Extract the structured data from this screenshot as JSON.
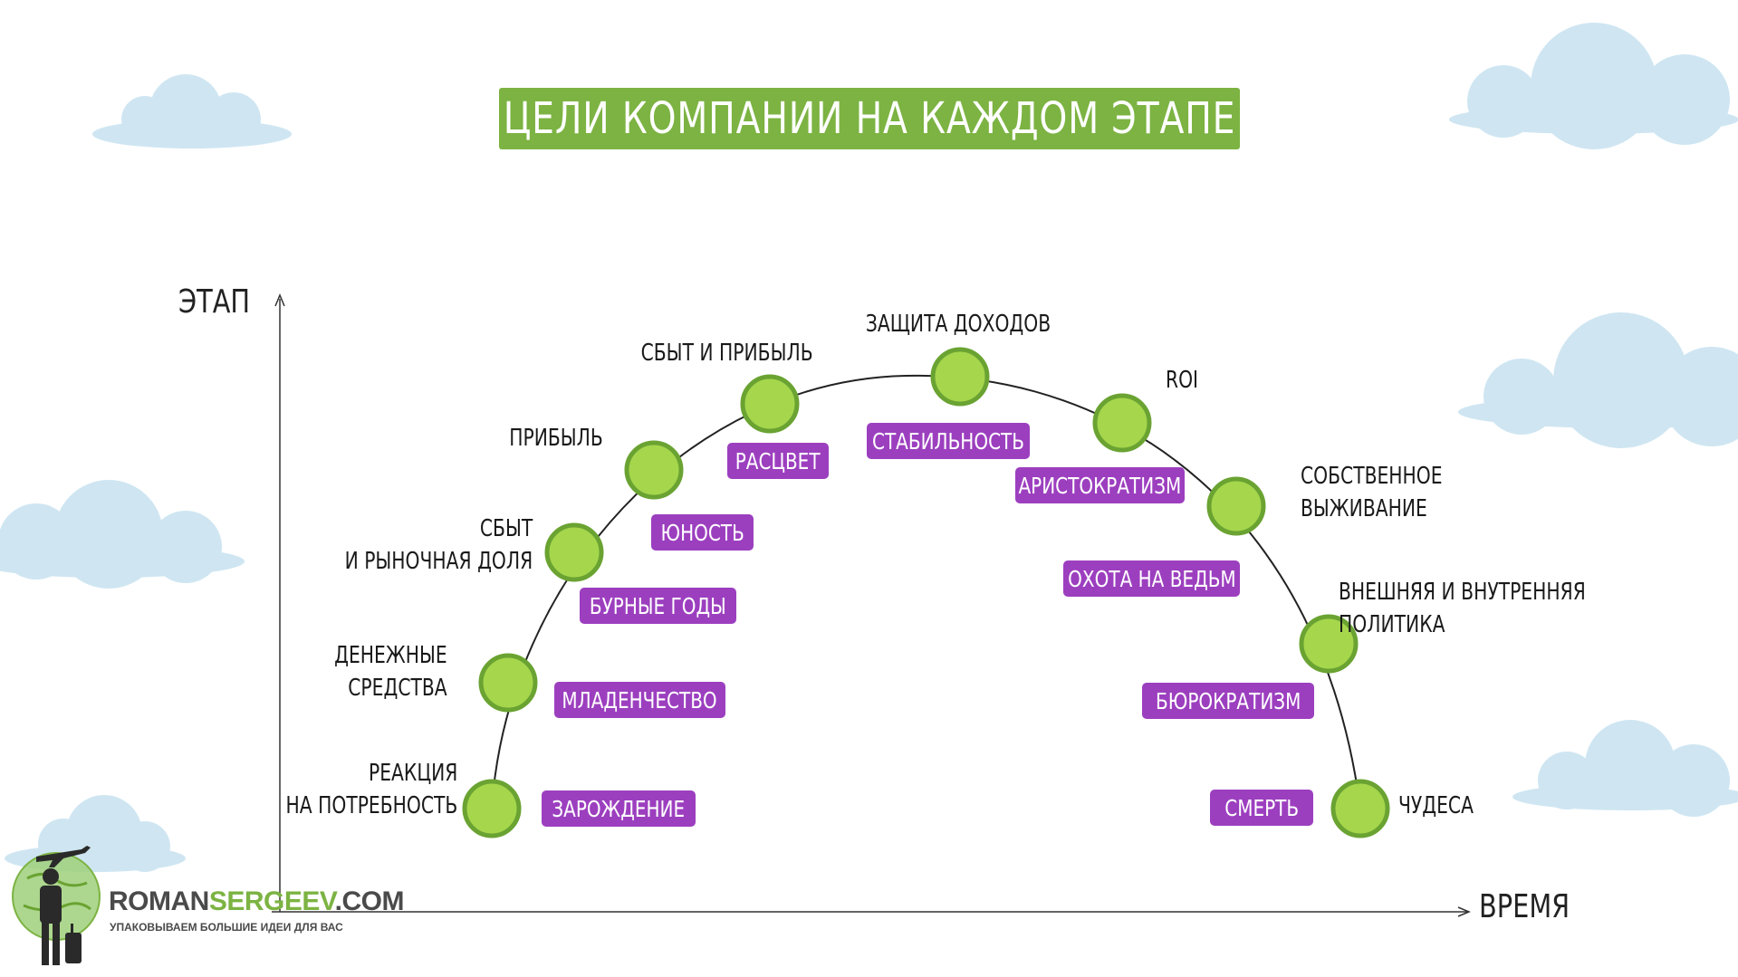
{
  "title": "ЦЕЛИ КОМПАНИИ НА КАЖДОМ ЭТАПЕ",
  "axes": {
    "y_label": "ЭТАП",
    "x_label": "ВРЕМЯ"
  },
  "stages": [
    {
      "stage": "ЗАРОЖДЕНИЕ",
      "goal": [
        "РЕАКЦИЯ",
        "НА ПОТРЕБНОСТЬ"
      ]
    },
    {
      "stage": "МЛАДЕНЧЕСТВО",
      "goal": [
        "ДЕНЕЖНЫЕ",
        "СРЕДСТВА"
      ]
    },
    {
      "stage": "БУРНЫЕ ГОДЫ",
      "goal": [
        "СБЫТ",
        "И РЫНОЧНАЯ ДОЛЯ"
      ]
    },
    {
      "stage": "ЮНОСТЬ",
      "goal": [
        "ПРИБЫЛЬ"
      ]
    },
    {
      "stage": "РАСЦВЕТ",
      "goal": [
        "СБЫТ И ПРИБЫЛЬ"
      ]
    },
    {
      "stage": "СТАБИЛЬНОСТЬ",
      "goal": [
        "ЗАЩИТА ДОХОДОВ"
      ]
    },
    {
      "stage": "АРИСТОКРАТИЗМ",
      "goal": [
        "ROI"
      ]
    },
    {
      "stage": "ОХОТА НА ВЕДЬМ",
      "goal": [
        "СОБСТВЕННОЕ",
        "ВЫЖИВАНИЕ"
      ]
    },
    {
      "stage": "БЮРОКРАТИЗМ",
      "goal": [
        "ВНЕШНЯЯ И ВНУТРЕННЯЯ",
        "ПОЛИТИКА"
      ]
    },
    {
      "stage": "СМЕРТЬ",
      "goal": [
        "ЧУДЕСА"
      ]
    }
  ],
  "logo": {
    "name_part1": "ROMAN",
    "name_part2": "SERGEEV",
    "name_part3": ".COM",
    "tagline": "УПАКОВЫВАЕМ БОЛЬШИЕ ИДЕИ ДЛЯ ВАС"
  },
  "colors": {
    "accent_green": "#7cb342",
    "node_fill": "#a5d64c",
    "node_stroke": "#6aa332",
    "stage_pill": "#9c3fbf",
    "cloud": "#cfe6f2"
  }
}
